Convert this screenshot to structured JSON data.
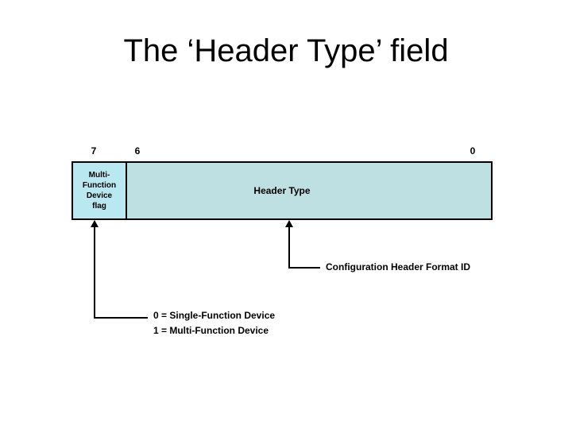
{
  "title": "The ‘Header Type’ field",
  "register": {
    "bit_labels": [
      "7",
      "6",
      "0"
    ],
    "flag_field": {
      "lines": [
        "Multi-",
        "Function",
        "Device",
        "flag"
      ]
    },
    "header_type_label": "Header Type"
  },
  "annotations": {
    "format_id": "Configuration Header Format ID",
    "flag_values": [
      "0 = Single-Function Device",
      "1 = Multi-Function Device"
    ]
  },
  "colors": {
    "background": "#ffffff",
    "flag_cell_bg": "#b9e8f1",
    "header_type_cell_bg": "#bfe0e2",
    "border": "#000000",
    "text": "#000000"
  }
}
